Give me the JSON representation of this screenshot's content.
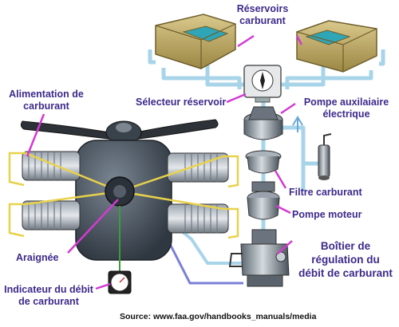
{
  "labels": {
    "reservoirs": "Réservoirs\ncarburant",
    "alimentation": "Alimentation de\ncarburant",
    "selecteur": "Sélecteur réservoir",
    "pompe_aux": "Pompe auxilaiaire\nélectrique",
    "filtre": "Filtre carburant",
    "pompe_moteur": "Pompe moteur",
    "boitier": "Boîtier de\nrégulation du\ndébit de carburant",
    "araignee": "Araignée",
    "indicateur": "Indicateur du débit\nde carburant"
  },
  "source": "Source: www.faa.gov/handbooks_manuals/media",
  "colors": {
    "label_text": "#3d2a8a",
    "leader_lines": "#d33ad3",
    "fuel_lines": "#a8d4ea",
    "tank": "#b8a45e",
    "engine": "#4f5a66",
    "feed_lines": "#e8d24a"
  }
}
